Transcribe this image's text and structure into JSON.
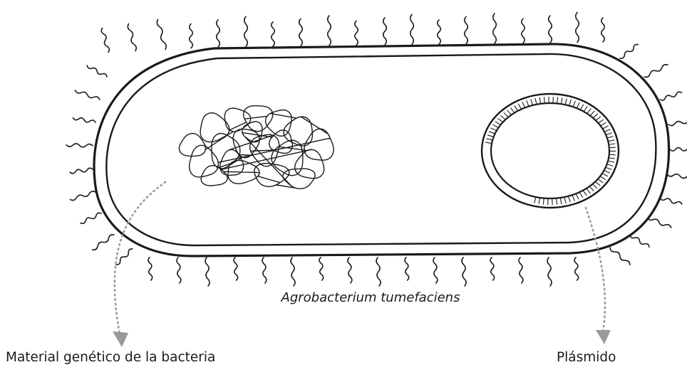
{
  "organism_name": "Agrobacterium tumefaciens",
  "labels": {
    "genetic_material": "Material genético de la bacteria",
    "plasmid": "Plásmido"
  },
  "colors": {
    "line": "#1a1a1a",
    "pointer": "#9a9a9a",
    "background": "#ffffff"
  }
}
